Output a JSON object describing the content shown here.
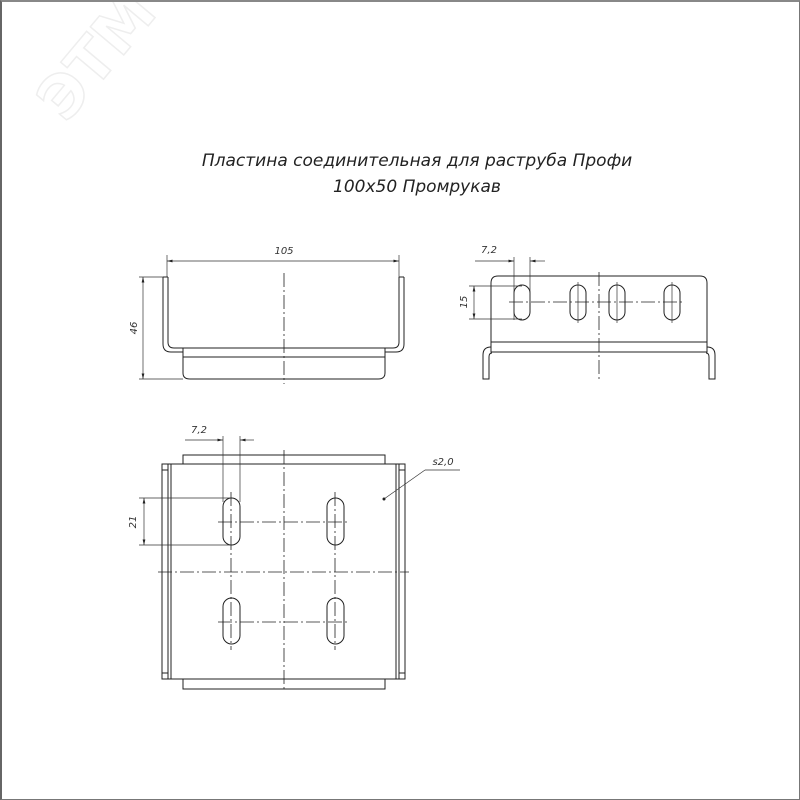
{
  "watermark": "ЭТМ",
  "title": {
    "line1": "Пластина соединительная для раструба Профи",
    "line2": "100х50 Промрукав"
  },
  "front_view": {
    "width_dim": "105",
    "height_dim": "46"
  },
  "side_view": {
    "slot_width_dim": "7,2",
    "slot_length_dim": "15"
  },
  "plan_view": {
    "slot_width_dim": "7,2",
    "slot_length_dim": "21",
    "thickness_note": "s2,0"
  }
}
